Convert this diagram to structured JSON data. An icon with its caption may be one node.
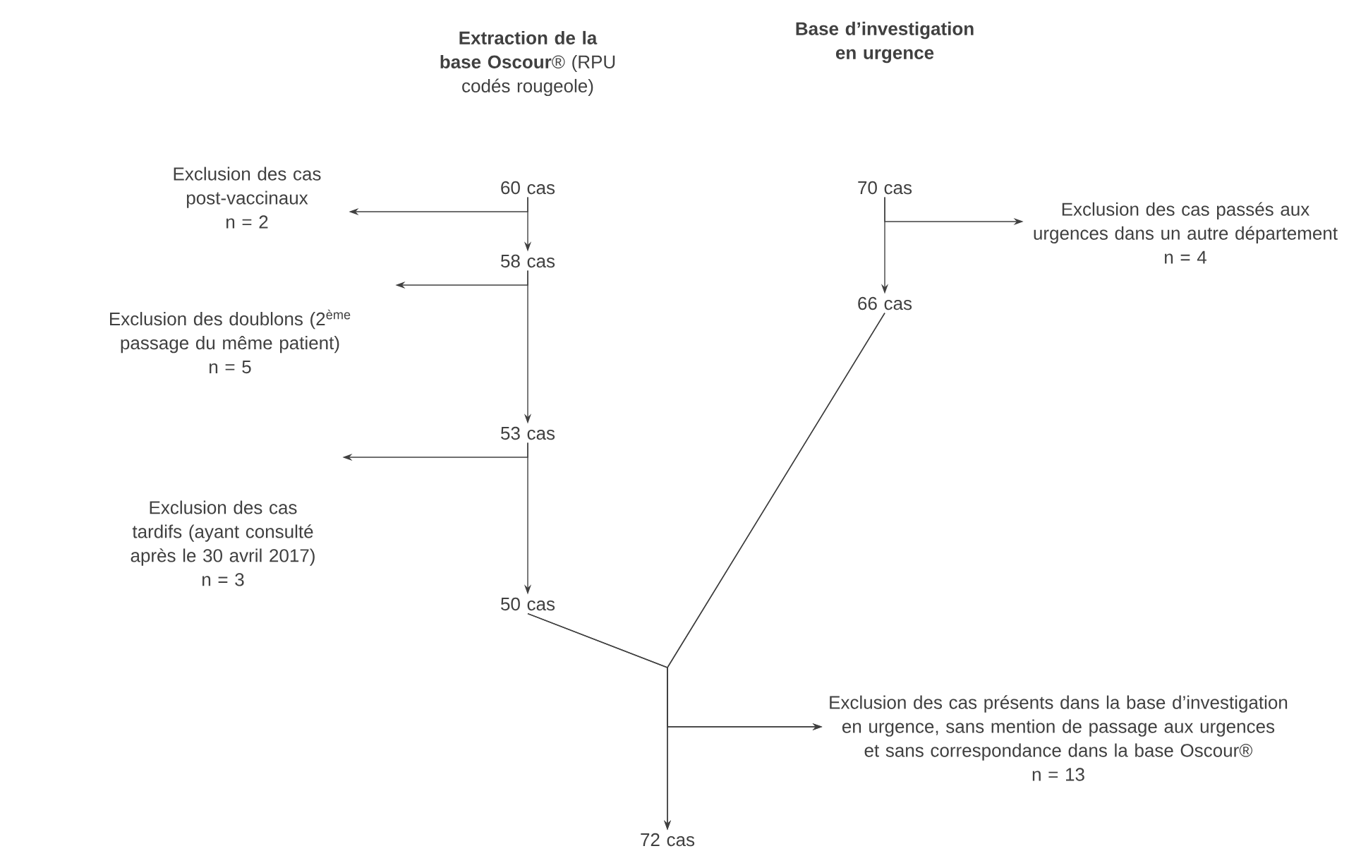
{
  "diagram": {
    "nodes": [
      {
        "text": [
          "60 cas"
        ]
      },
      {
        "text": [
          "Exclusion des cas post-vaccinaux",
          "n = 2"
        ]
      },
      {
        "text": [
          "58 cas"
        ]
      },
      {
        "text": [
          "Exclusion des doublons (2$^{ème}$ passage du même patient)",
          "n = 5"
        ]
      },
      {
        "text": [
          "53 cas"
        ]
      },
      {
        "text": [
          "Exclusion des cas tardifs (ayant consulté après le 30 avril 2017)",
          "n = 3"
        ]
      },
      {
        "text": [
          "50 cas"
        ]
      },
      {
        "text": [
          "70 cas"
        ]
      },
      {
        "text": [
          "Exclusion des cas passés aux urgences dans un autre département",
          "n = 4"
        ]
      },
      {
        "text": [
          "66 cas"
        ]
      },
      {
        "text": [
          "Exclusion des cas présents dans la base d’investigation en urgence, sans mention de passage aux urgences et sans correspondance dans la base Oscour®",
          "n = 13"
        ]
      },
      {
        "text": [
          "72 cas"
        ]
      }
    ],
    "edges": [
      {
        "from": 0,
        "to": 2,
        "arrow": "to"
      },
      {
        "from": 0,
        "to": 1,
        "arrow": "to"
      },
      {
        "from": 2,
        "to": 4,
        "arrow": "to"
      },
      {
        "from": 2,
        "to": 3,
        "arrow": "to"
      },
      {
        "from": 4,
        "to": 6,
        "arrow": "to"
      },
      {
        "from": 4,
        "to": 5,
        "arrow": "to"
      },
      {
        "from": 7,
        "to": 9,
        "arrow": "to"
      },
      {
        "from": 7,
        "to": 8,
        "arrow": "to"
      },
      {
        "from": 6,
        "to": 11,
        "arrow": "to"
      },
      {
        "from": 9,
        "to": 11,
        "arrow": "to"
      },
      {
        "from": 6,
        "to": 10,
        "arrow": "to"
      },
      {
        "from": 9,
        "to": 10,
        "arrow": "to"
      }
    ],
    "labels": [
      "**Extraction de la base Oscour**® (RPU codés rougeole)",
      "Base d’investigation en urgence"
    ]
  }
}
